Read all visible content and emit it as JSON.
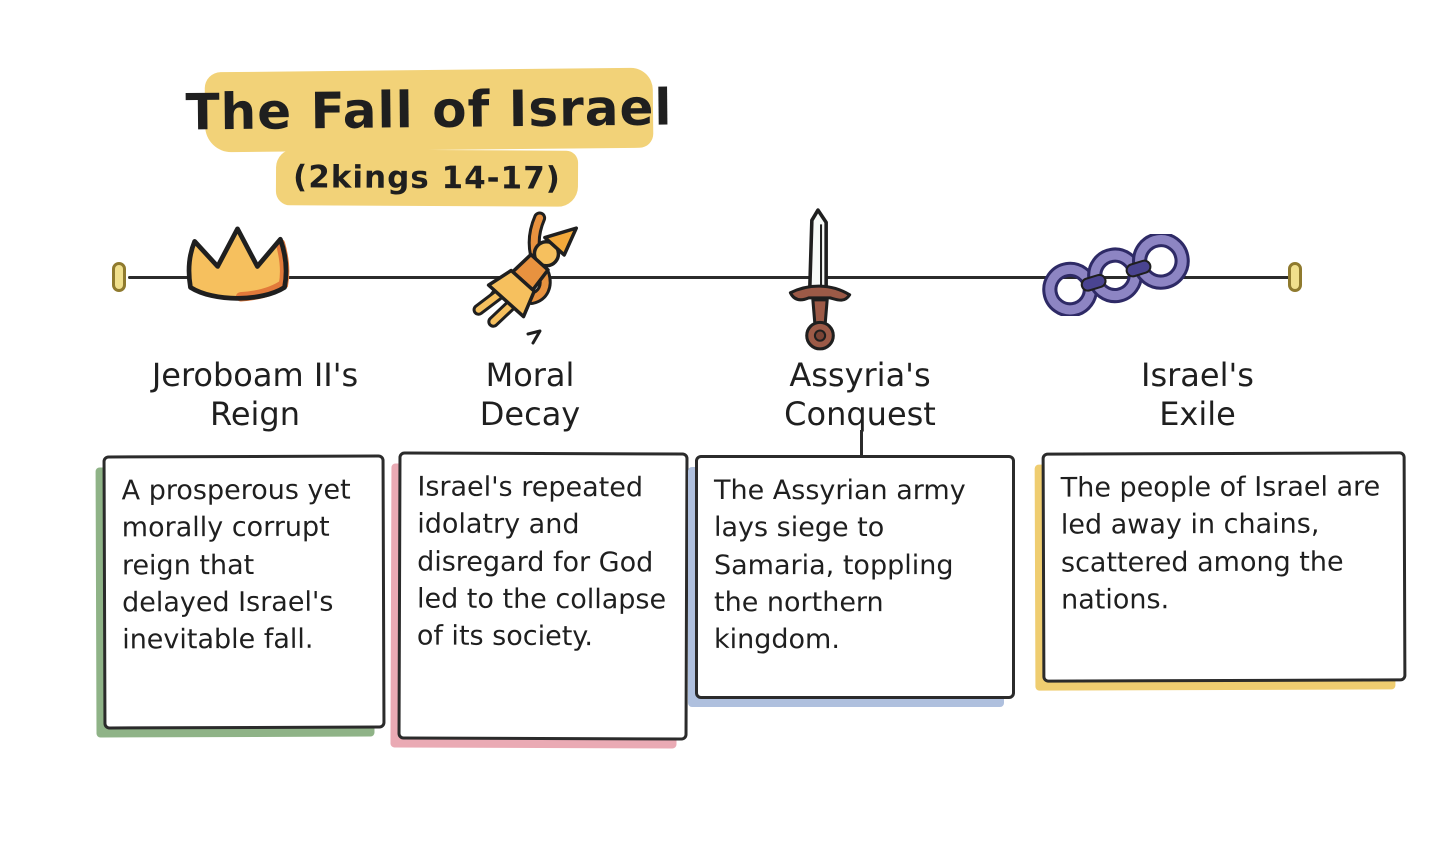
{
  "title": {
    "main": "The Fall of Israel",
    "subtitle": "(2kings 14-17)",
    "highlight_color": "#F2D278"
  },
  "timeline": {
    "line_color": "#2b2b2b",
    "endpoint_color": "#F0DF8C",
    "stages": [
      {
        "icon": "crown-icon",
        "label_line1": "Jeroboam II's",
        "label_line2": "Reign",
        "accent_color": "#8FB387",
        "description": "A prosperous yet morally corrupt reign that delayed Israel's inevitable fall."
      },
      {
        "icon": "falling-person-icon",
        "label_line1": "Moral",
        "label_line2": "Decay",
        "accent_color": "#EAAAB4",
        "description": "Israel's repeated idolatry and disregard for God led to the collapse of its society."
      },
      {
        "icon": "sword-icon",
        "label_line1": "Assyria's",
        "label_line2": "Conquest",
        "accent_color": "#AFC0DE",
        "description": "The Assyrian army lays siege to Samaria, toppling the northern kingdom."
      },
      {
        "icon": "chains-icon",
        "label_line1": "Israel's",
        "label_line2": "Exile",
        "accent_color": "#EFCD70",
        "description": "The people of Israel are led away in chains, scattered among the nations."
      }
    ]
  },
  "icon_colors": {
    "crown_fill": "#F6C05E",
    "crown_shade": "#E2793A",
    "figure_fill": "#F6C05E",
    "figure_shade": "#E8923F",
    "sword_blade": "#F7FAF8",
    "sword_hilt": "#9C5A47",
    "chain_light": "#8D85C3",
    "chain_dark": "#4A4490",
    "ink": "#1f1f1f"
  }
}
